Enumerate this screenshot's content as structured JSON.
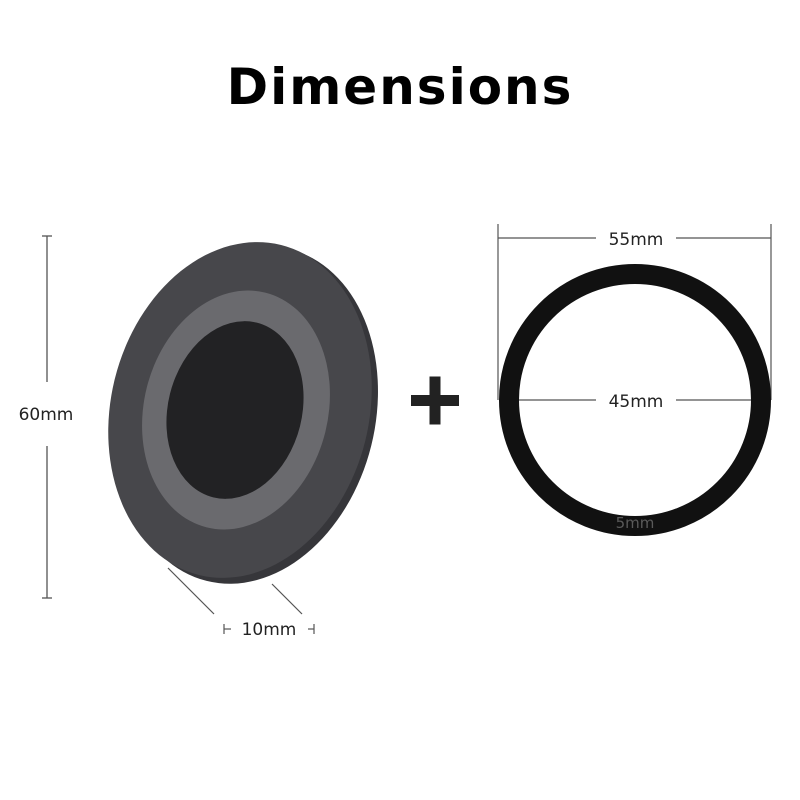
{
  "title": "Dimensions",
  "labels": {
    "height": "60mm",
    "thickness": "10mm",
    "outer_diameter": "55mm",
    "inner_diameter": "45mm",
    "ring_width": "5mm"
  },
  "colors": {
    "disc_edge": "#3b3b3f",
    "disc_face": "#47474b",
    "disc_ring": "#6a6a6e",
    "disc_center": "#222224",
    "ring": "#111111",
    "dim_line": "#555555"
  }
}
